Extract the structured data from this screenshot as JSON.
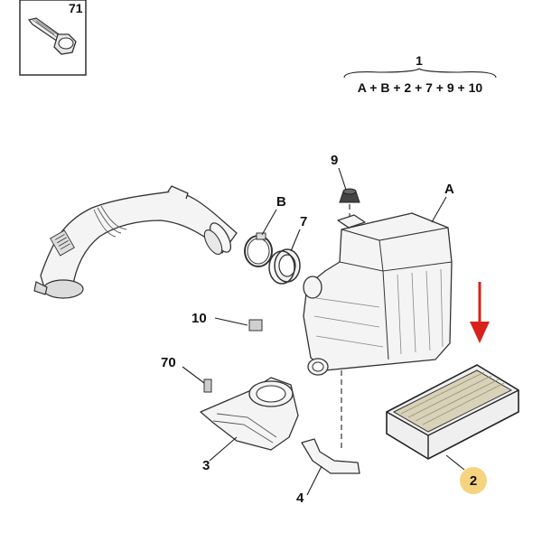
{
  "inset": {
    "label": "71"
  },
  "formula": {
    "total_label": "1",
    "expression": "A + B + 2 + 7 + 9 + 10"
  },
  "labels": {
    "A": "A",
    "B": "B",
    "n9": "9",
    "n7": "7",
    "n10": "10",
    "n70": "70",
    "n3": "3",
    "n4": "4",
    "n2": "2"
  },
  "colors": {
    "highlight_badge": "#f6d37e",
    "arrow": "#d9211c"
  }
}
